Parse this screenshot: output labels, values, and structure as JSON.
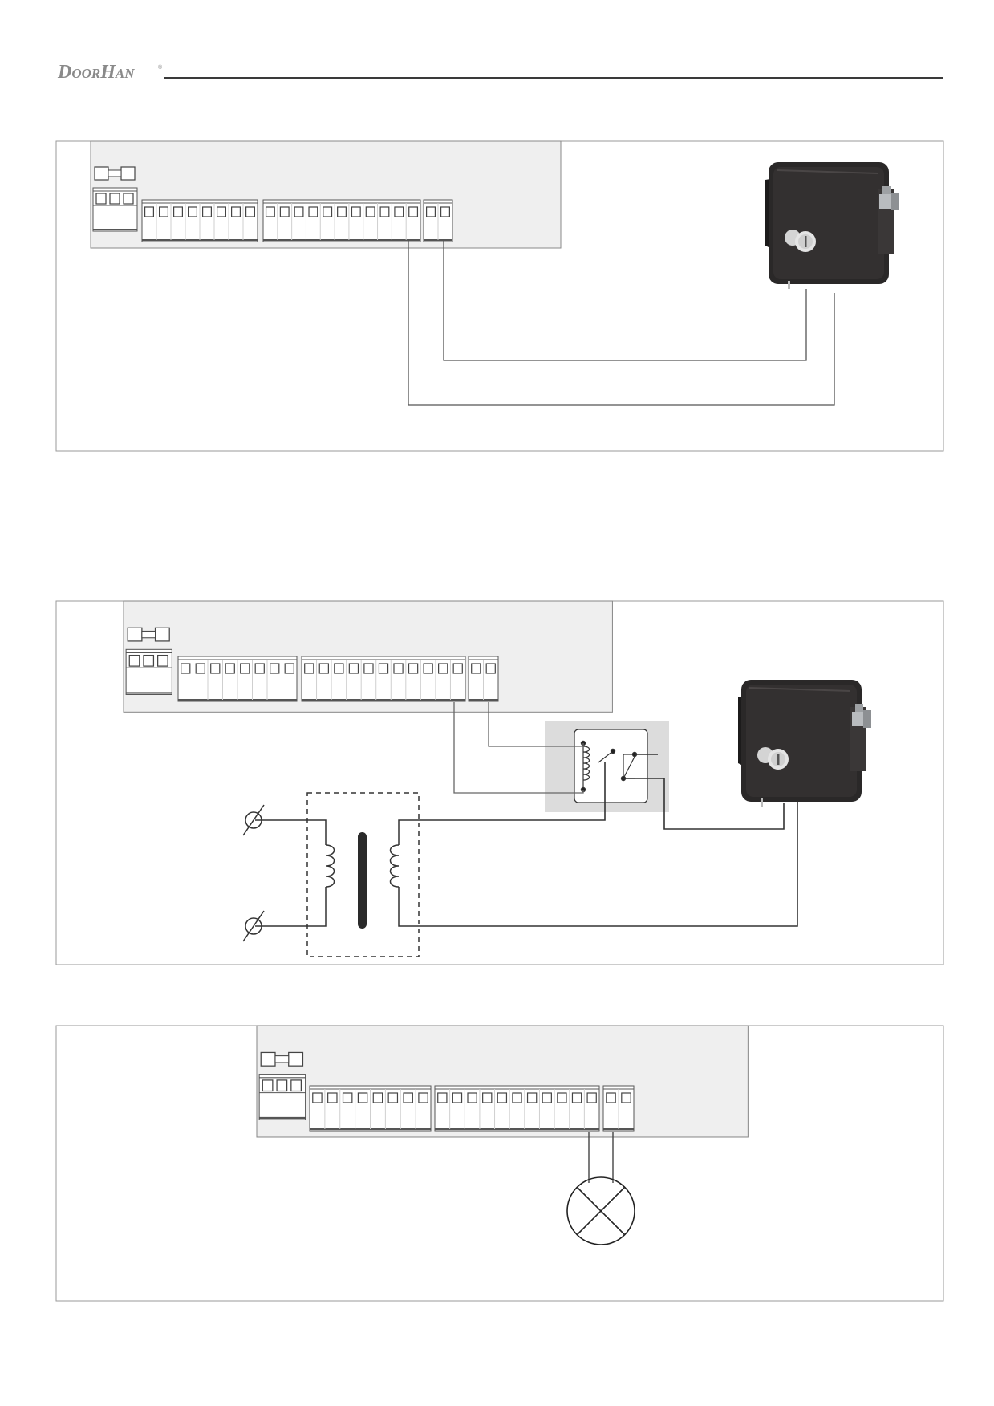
{
  "header": {
    "logo_text": "DOORHAN",
    "registered_mark": "®",
    "brand_color": "#8a8a8a"
  },
  "colors": {
    "line": "#2b2b2b",
    "panel_fill": "#efefef",
    "relay_fill": "#dcdcdc",
    "lock_body": "#2a2828",
    "frame": "#9a9a9a"
  },
  "figures": [
    {
      "id": "lock-direct",
      "board": "control-board",
      "device": "electric-lock"
    },
    {
      "id": "lock-via-relay",
      "board": "control-board",
      "devices": [
        "relay",
        "transformer",
        "electric-lock"
      ]
    },
    {
      "id": "signal-lamp",
      "board": "control-board",
      "device": "lamp"
    }
  ]
}
